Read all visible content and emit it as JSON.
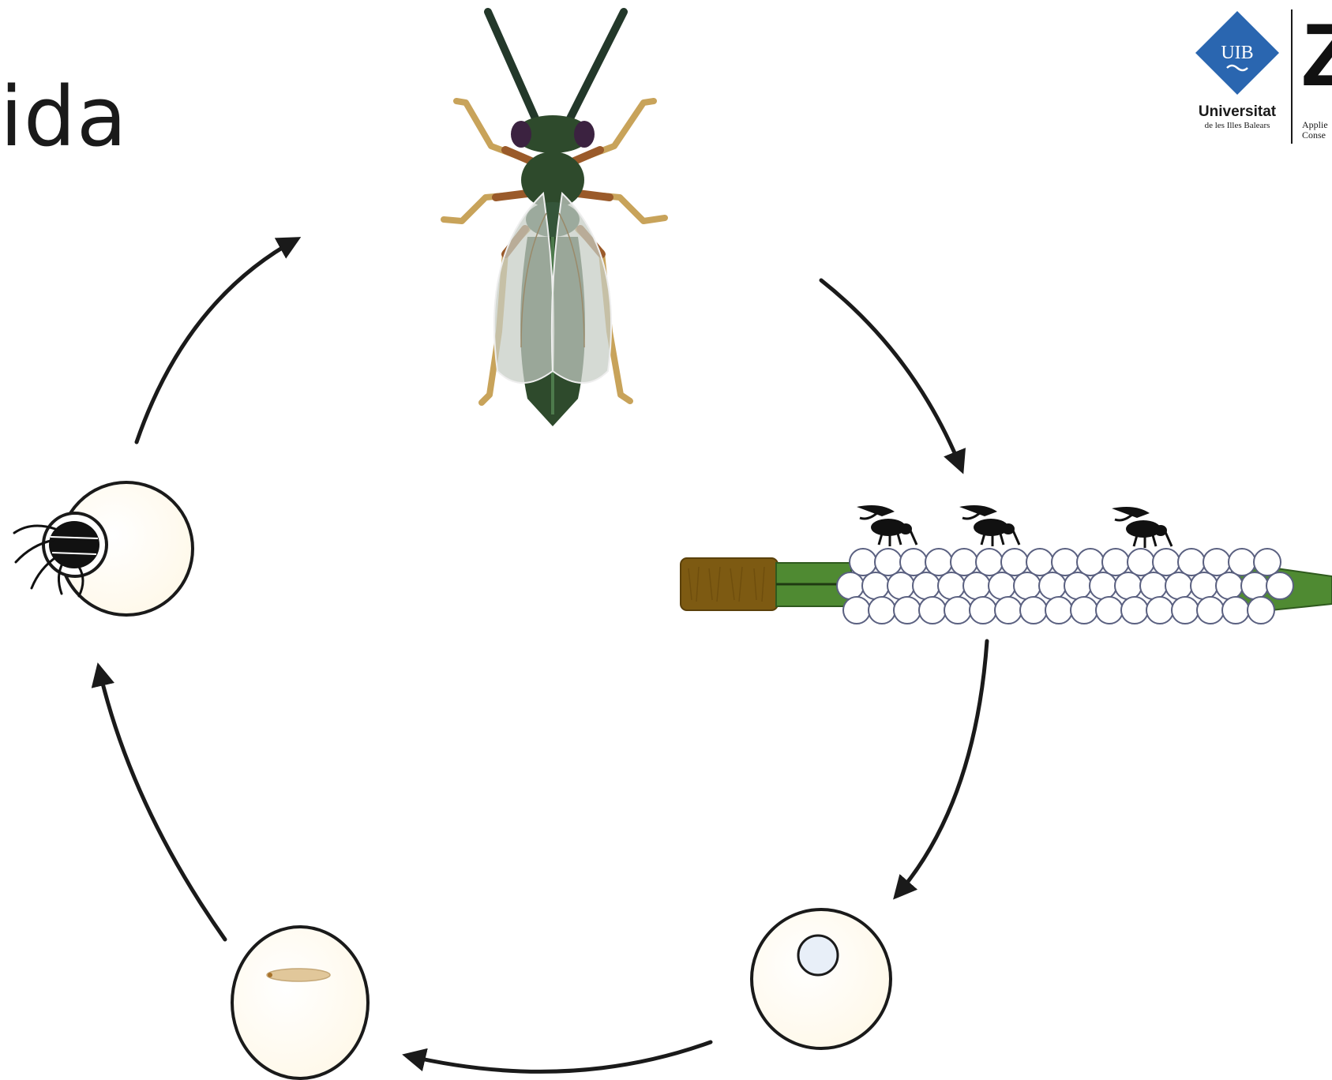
{
  "title": "ida",
  "logo": {
    "badge_text": "UIB",
    "university_name": "Universitat",
    "university_subtitle": "de les Illes Balears",
    "mark_letter": "Z",
    "mark_caption_line1": "Applie",
    "mark_caption_line2": "Conse",
    "brand_color": "#2a66b0"
  },
  "colors": {
    "arrow": "#1a1a1a",
    "egg_fill": "#fffcf2",
    "stem_green": "#4f8a32",
    "stub_brown": "#7d5a12",
    "wasp_body": "#2e4a2c",
    "wasp_legs": "#c8a35a",
    "larva": "#e1c79a"
  },
  "stages": [
    {
      "id": "adult",
      "icon": "parasitoid-wasp-icon"
    },
    {
      "id": "oviposition",
      "icon": "host-egg-mass-on-stem-icon"
    },
    {
      "id": "egg",
      "icon": "parasitized-egg-icon"
    },
    {
      "id": "larva",
      "icon": "larva-in-egg-icon"
    },
    {
      "id": "emergence",
      "icon": "adult-emerging-from-egg-icon"
    }
  ]
}
